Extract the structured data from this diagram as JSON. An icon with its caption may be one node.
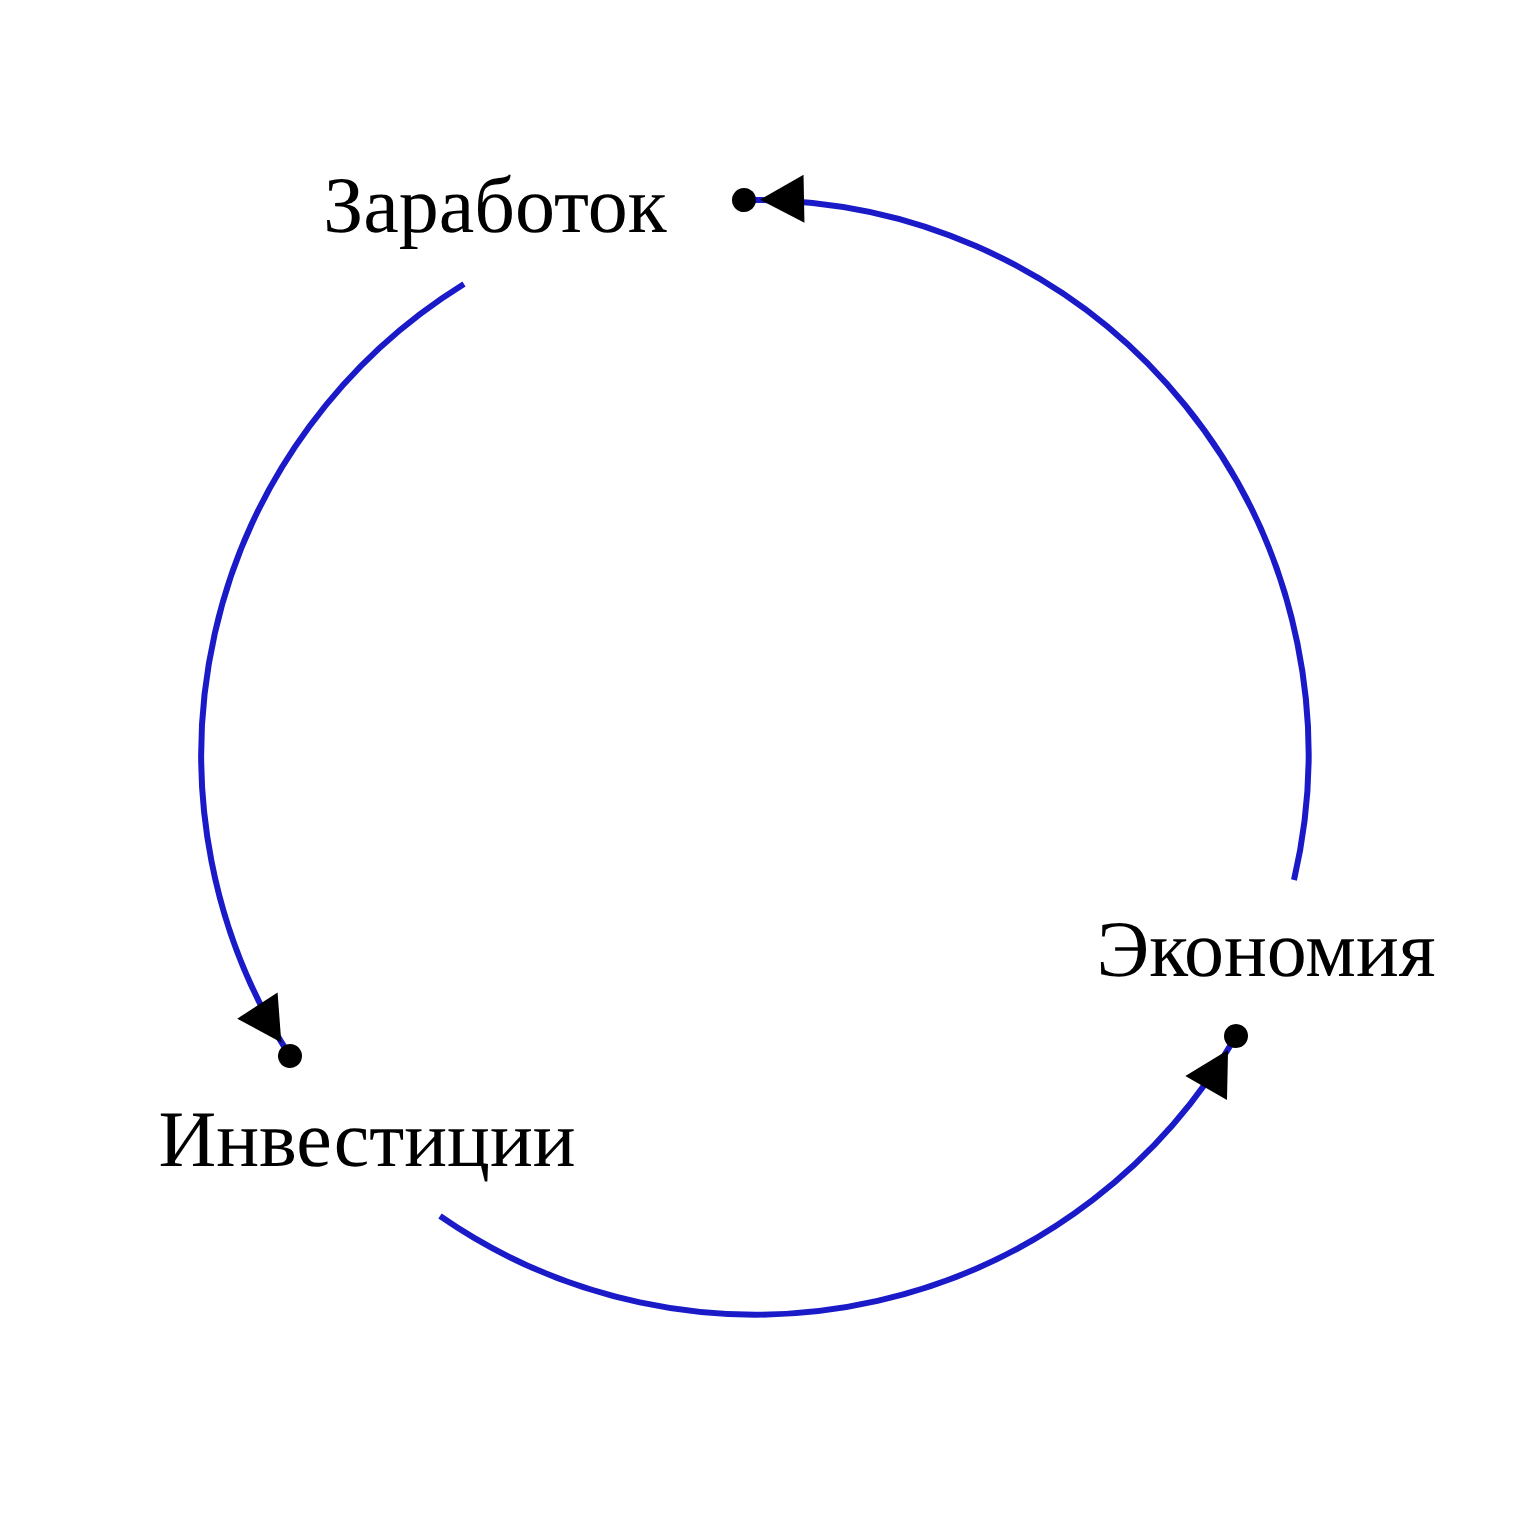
{
  "diagram": {
    "nodes": [
      {
        "text": [
          "Заработок"
        ]
      },
      {
        "text": [
          "Экономия"
        ]
      },
      {
        "text": [
          "Инвестиции"
        ]
      }
    ],
    "edges": [
      {
        "from": 0,
        "to": 2,
        "arrow": "to"
      },
      {
        "from": 2,
        "to": 1,
        "arrow": "to"
      },
      {
        "from": 1,
        "to": 0,
        "arrow": "to"
      }
    ]
  }
}
